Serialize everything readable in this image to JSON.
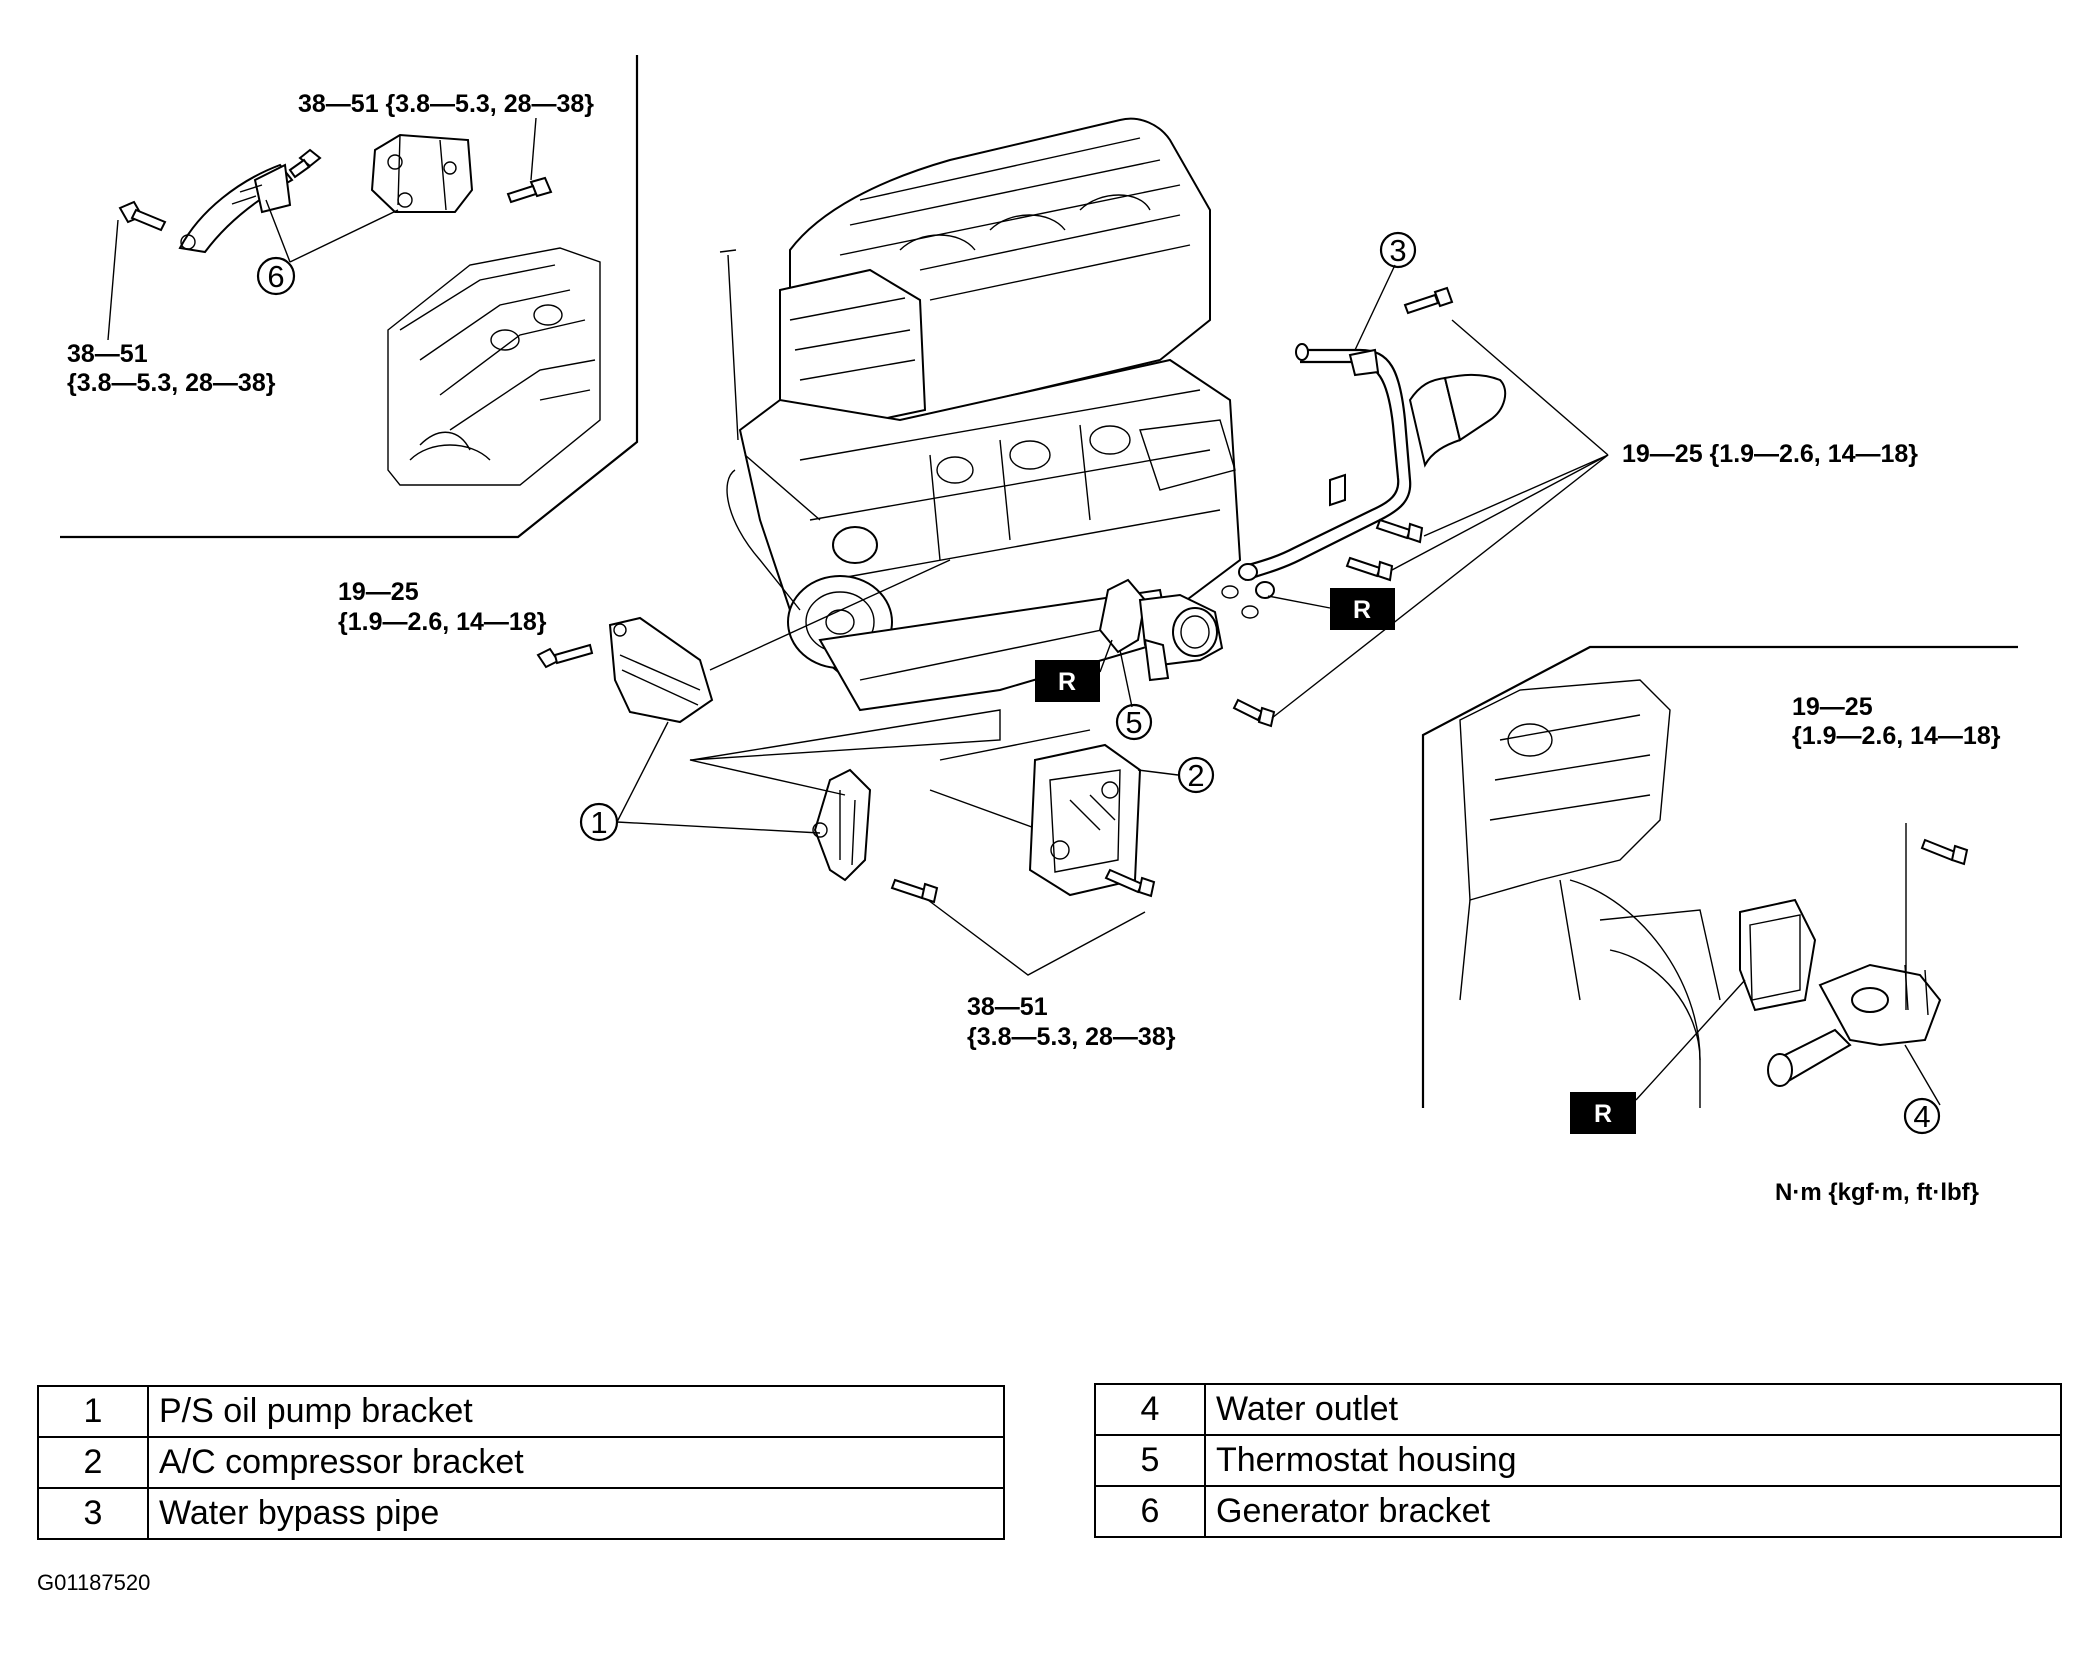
{
  "figure_id": "G01187520",
  "units_note": "N·m {kgf·m, ft·lbf}",
  "torque_specs": {
    "generator_top": "38—51 {3.8—5.3, 28—38}",
    "generator_left_line1": "38—51",
    "generator_left_line2": "{3.8—5.3, 28—38}",
    "ps_bracket_line1": "19—25",
    "ps_bracket_line2": "{1.9—2.6, 14—18}",
    "bypass_pipe": "19—25 {1.9—2.6, 14—18}",
    "lower_brackets_line1": "38—51",
    "lower_brackets_line2": "{3.8—5.3, 28—38}",
    "water_outlet_line1": "19—25",
    "water_outlet_line2": "{1.9—2.6, 14—18}"
  },
  "replace_marker": "R",
  "callouts": [
    "1",
    "2",
    "3",
    "4",
    "5",
    "6"
  ],
  "legend_left": [
    {
      "num": "1",
      "name": "P/S oil pump bracket"
    },
    {
      "num": "2",
      "name": "A/C compressor bracket"
    },
    {
      "num": "3",
      "name": "Water bypass pipe"
    }
  ],
  "legend_right": [
    {
      "num": "4",
      "name": "Water outlet"
    },
    {
      "num": "5",
      "name": "Thermostat housing"
    },
    {
      "num": "6",
      "name": "Generator bracket"
    }
  ],
  "icons": [
    "bolt-icon",
    "o-ring-icon",
    "gasket-icon"
  ]
}
